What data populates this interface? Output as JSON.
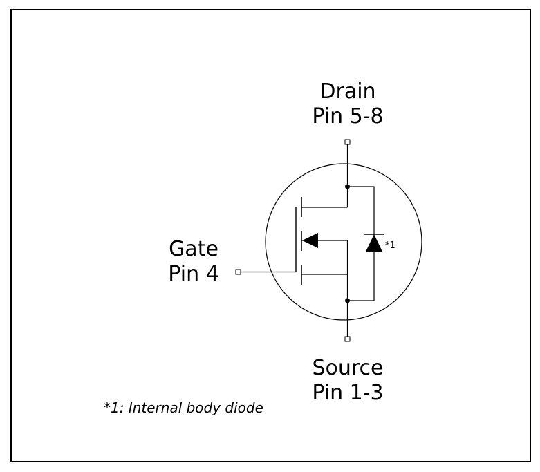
{
  "labels": {
    "drain_name": "Drain",
    "drain_pins": "Pin 5-8",
    "gate_name": "Gate",
    "gate_pins": "Pin 4",
    "source_name": "Source",
    "source_pins": "Pin 1-3",
    "diode_ref": "*1",
    "footnote": "*1: Internal body diode"
  }
}
